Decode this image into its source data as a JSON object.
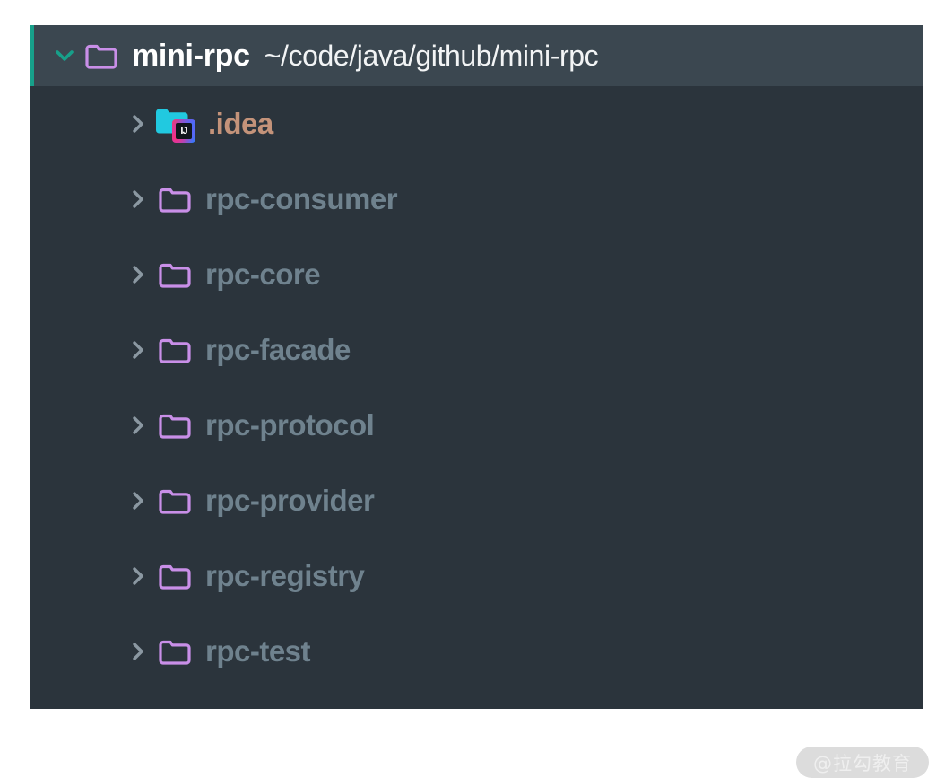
{
  "panel": {
    "name": "project-tool-window",
    "background_color": "#2b343c"
  },
  "header": {
    "expanded": true,
    "chevron_icon": "chevron-down-icon",
    "chevron_color": "#17a08a",
    "selection_bar_color": "#17a08a",
    "folder_icon": "folder-icon",
    "folder_color": "#c98fe8",
    "label": "mini-rpc",
    "path": "~/code/java/github/mini-rpc",
    "label_color": "#ffffff",
    "background_color": "#3b4750"
  },
  "tree": {
    "chevron_icon": "chevron-right-icon",
    "chevron_color": "#8b98a2",
    "items": [
      {
        "label": ".idea",
        "icon": "intellij-idea-folder-icon",
        "icon_color": "#21c9e0",
        "label_color": "#c4937a",
        "expanded": false,
        "kind": "ignored-folder"
      },
      {
        "label": "rpc-consumer",
        "icon": "folder-icon",
        "icon_color": "#c98fe8",
        "label_color": "#6f828e",
        "expanded": false,
        "kind": "module"
      },
      {
        "label": "rpc-core",
        "icon": "folder-icon",
        "icon_color": "#c98fe8",
        "label_color": "#6f828e",
        "expanded": false,
        "kind": "module"
      },
      {
        "label": "rpc-facade",
        "icon": "folder-icon",
        "icon_color": "#c98fe8",
        "label_color": "#6f828e",
        "expanded": false,
        "kind": "module"
      },
      {
        "label": "rpc-protocol",
        "icon": "folder-icon",
        "icon_color": "#c98fe8",
        "label_color": "#6f828e",
        "expanded": false,
        "kind": "module"
      },
      {
        "label": "rpc-provider",
        "icon": "folder-icon",
        "icon_color": "#c98fe8",
        "label_color": "#6f828e",
        "expanded": false,
        "kind": "module"
      },
      {
        "label": "rpc-registry",
        "icon": "folder-icon",
        "icon_color": "#c98fe8",
        "label_color": "#6f828e",
        "expanded": false,
        "kind": "module"
      },
      {
        "label": "rpc-test",
        "icon": "folder-icon",
        "icon_color": "#c98fe8",
        "label_color": "#6f828e",
        "expanded": false,
        "kind": "module"
      }
    ]
  },
  "watermark": {
    "text": "@拉勾教育",
    "text_color": "#efefef",
    "pill_color": "#dcdcdc"
  },
  "idea_badge": {
    "text": "IJ"
  }
}
